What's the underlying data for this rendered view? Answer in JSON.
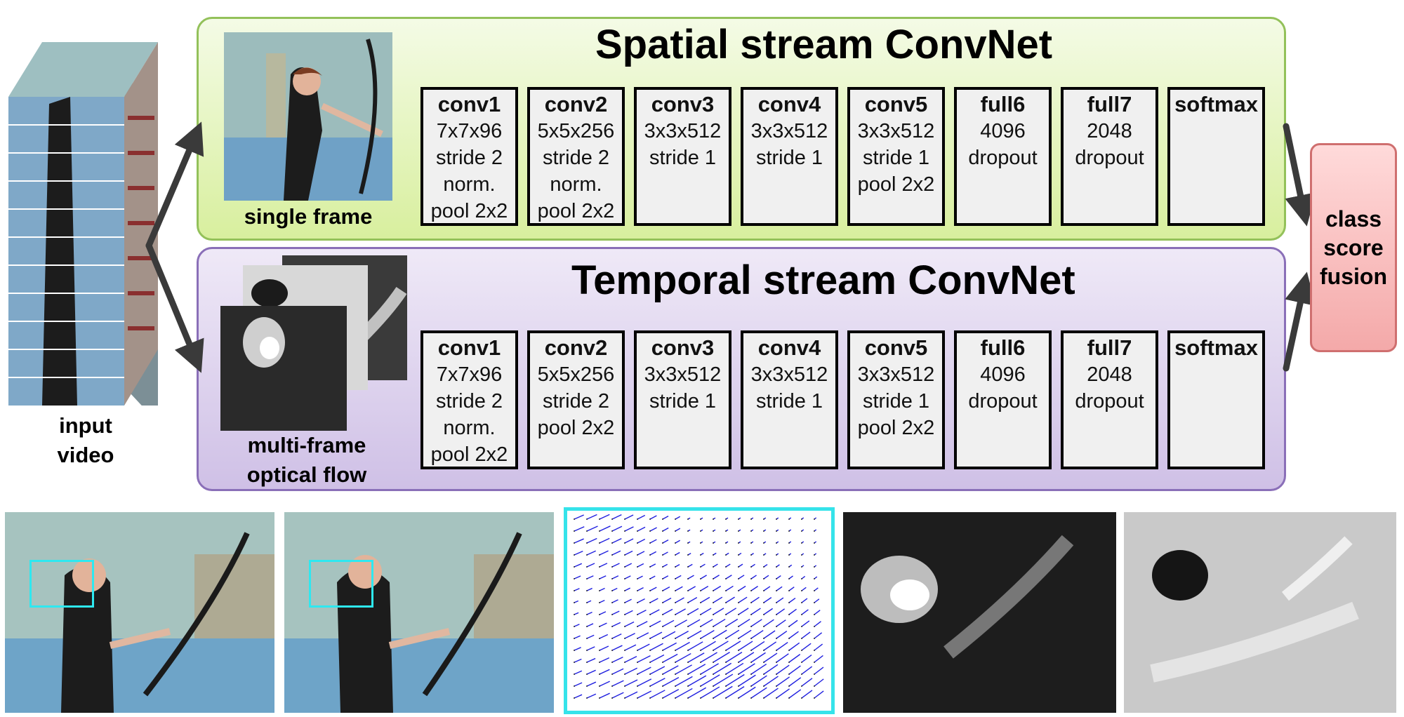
{
  "streams": {
    "spatial": {
      "title": "Spatial stream ConvNet",
      "input_caption": "single frame"
    },
    "temporal": {
      "title": "Temporal stream ConvNet",
      "input_caption_line1": "multi-frame",
      "input_caption_line2": "optical flow"
    }
  },
  "layers": [
    {
      "name": "conv1",
      "lines": [
        "7x7x96",
        "stride 2",
        "norm.",
        "pool 2x2"
      ]
    },
    {
      "name": "conv2",
      "lines": [
        "5x5x256",
        "stride 2",
        "norm.",
        "pool 2x2"
      ]
    },
    {
      "name": "conv3",
      "lines": [
        "3x3x512",
        "stride 1"
      ]
    },
    {
      "name": "conv4",
      "lines": [
        "3x3x512",
        "stride 1"
      ]
    },
    {
      "name": "conv5",
      "lines": [
        "3x3x512",
        "stride 1",
        "pool 2x2"
      ]
    },
    {
      "name": "full6",
      "lines": [
        "4096",
        "dropout"
      ]
    },
    {
      "name": "full7",
      "lines": [
        "2048",
        "dropout"
      ]
    },
    {
      "name": "softmax",
      "lines": []
    }
  ],
  "temporal_layers": [
    {
      "name": "conv1",
      "lines": [
        "7x7x96",
        "stride 2",
        "norm.",
        "pool 2x2"
      ]
    },
    {
      "name": "conv2",
      "lines": [
        "5x5x256",
        "stride 2",
        "pool 2x2"
      ]
    },
    {
      "name": "conv3",
      "lines": [
        "3x3x512",
        "stride 1"
      ]
    },
    {
      "name": "conv4",
      "lines": [
        "3x3x512",
        "stride 1"
      ]
    },
    {
      "name": "conv5",
      "lines": [
        "3x3x512",
        "stride 1",
        "pool 2x2"
      ]
    },
    {
      "name": "full6",
      "lines": [
        "4096",
        "dropout"
      ]
    },
    {
      "name": "full7",
      "lines": [
        "2048",
        "dropout"
      ]
    },
    {
      "name": "softmax",
      "lines": []
    }
  ],
  "input": {
    "caption_line1": "input",
    "caption_line2": "video"
  },
  "fusion": {
    "line1": "class",
    "line2": "score",
    "line3": "fusion"
  },
  "colors": {
    "spatial_fill": "#d8ef9e",
    "temporal_fill": "#cfc0e6",
    "fusion_fill": "#f4a9a9",
    "roi_outline": "#2ee8f0",
    "flow_arrow": "#2020e0",
    "connector": "#3a3a3a"
  }
}
